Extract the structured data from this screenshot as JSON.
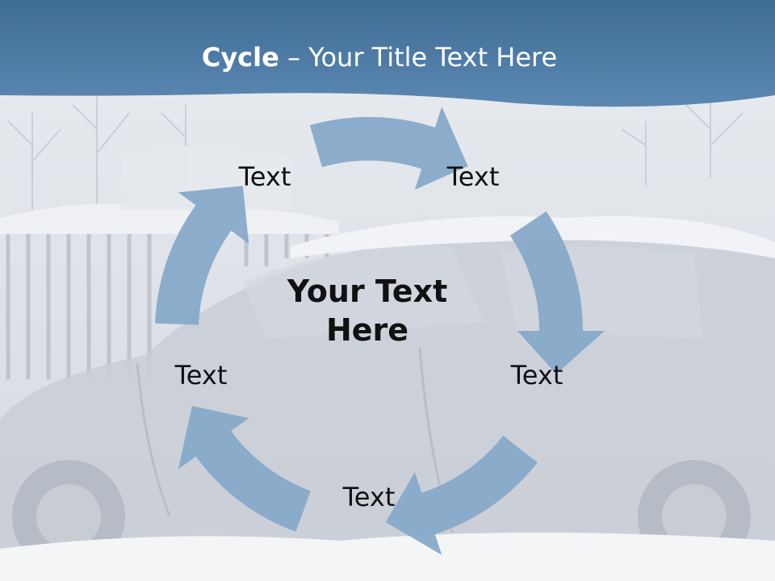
{
  "slide": {
    "title_bold": "Cycle",
    "title_rest": " – Your Title Text Here",
    "center_line1": "Your Text",
    "center_line2": "Here",
    "nodes": [
      {
        "label": "Text"
      },
      {
        "label": "Text"
      },
      {
        "label": "Text"
      },
      {
        "label": "Text"
      },
      {
        "label": "Text"
      }
    ]
  },
  "colors": {
    "header_band": "#4f7ba4",
    "arrow_fill": "#87a9c9",
    "background_snow": "#dfe3e9"
  }
}
